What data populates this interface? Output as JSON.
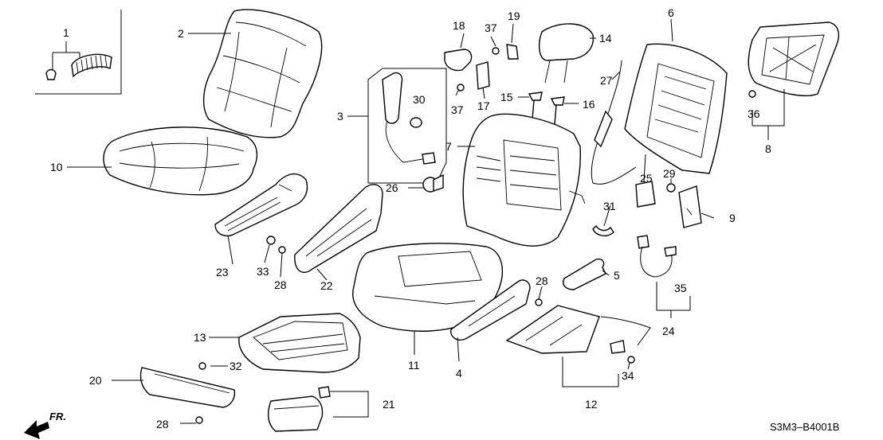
{
  "diagram": {
    "code": "S3M3–B4001B",
    "direction_label": "FR.",
    "callouts": [
      "1",
      "2",
      "3",
      "4",
      "5",
      "6",
      "7",
      "8",
      "9",
      "10",
      "11",
      "12",
      "13",
      "14",
      "15",
      "16",
      "17",
      "18",
      "19",
      "20",
      "21",
      "22",
      "23",
      "24",
      "25",
      "26",
      "27",
      "28",
      "28",
      "28",
      "29",
      "30",
      "31",
      "32",
      "33",
      "34",
      "35",
      "36",
      "37",
      "37"
    ]
  }
}
